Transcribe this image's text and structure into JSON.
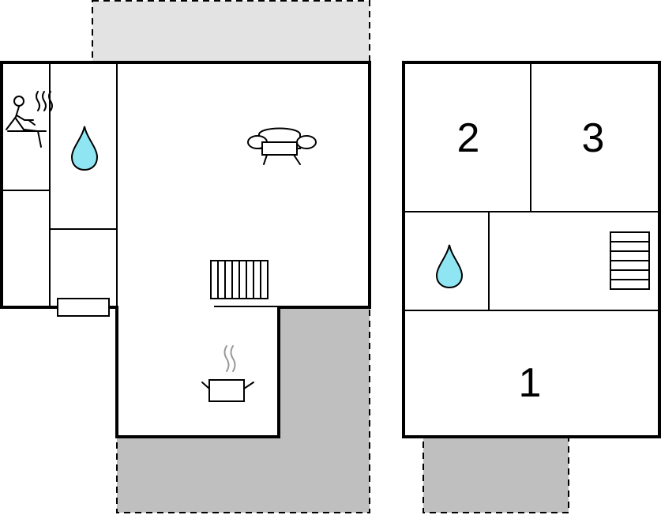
{
  "floor_plan": {
    "colors": {
      "wall": "#000000",
      "terrace_light": "#e3e3e3",
      "terrace_dark": "#bfbfbf",
      "water": "#8fe6f2",
      "background": "#ffffff"
    },
    "ground_floor": {
      "icons": [
        "sauna-icon",
        "water-drop-icon",
        "sofa-icon",
        "radiator-icon",
        "cooking-pot-icon",
        "door-mat-icon"
      ]
    },
    "upper_floor": {
      "rooms": [
        {
          "id": "bedroom-2",
          "label": "2"
        },
        {
          "id": "bedroom-3",
          "label": "3"
        },
        {
          "id": "bedroom-1",
          "label": "1"
        }
      ],
      "icons": [
        "water-drop-icon",
        "stairs-icon"
      ]
    }
  }
}
